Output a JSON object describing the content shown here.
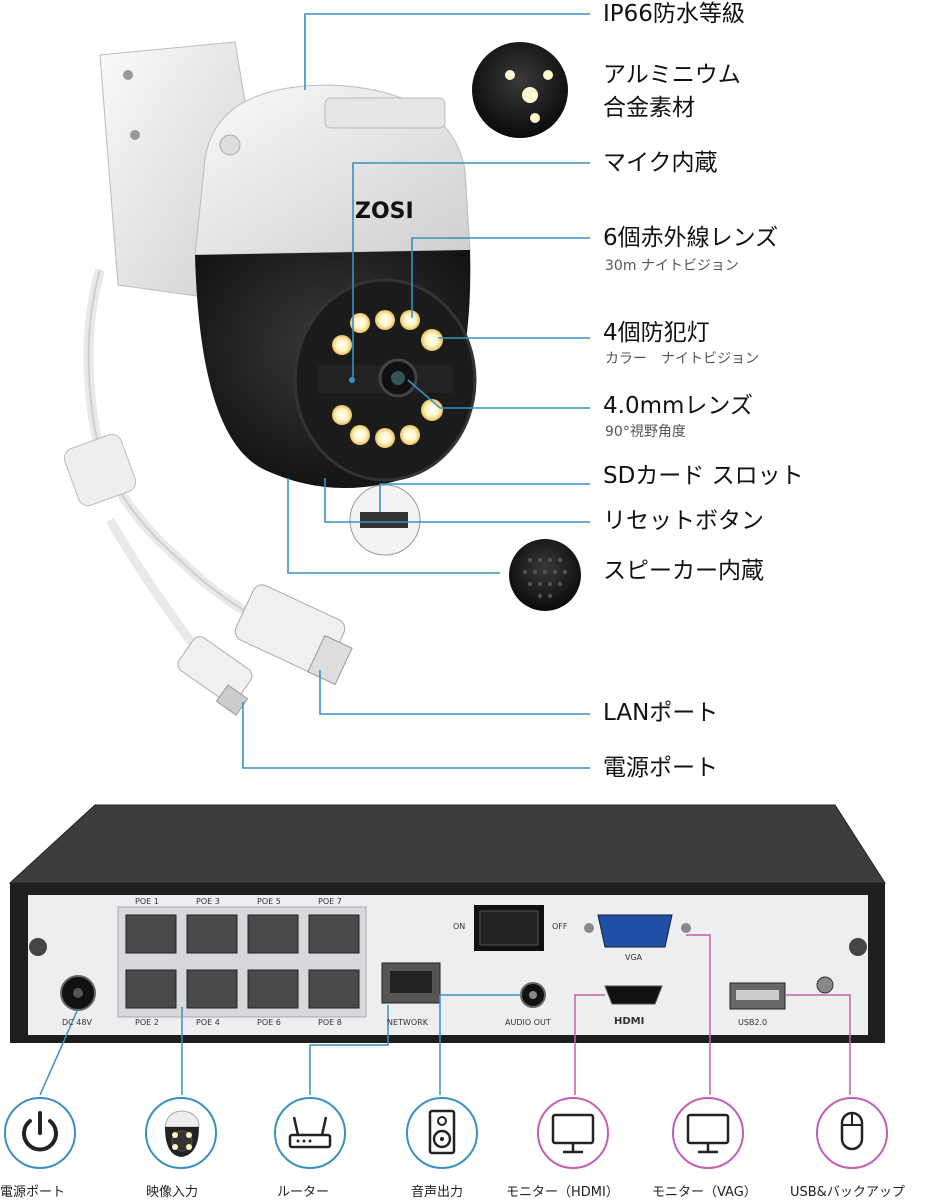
{
  "brand": "ZOSI",
  "camera_features": [
    {
      "title": "IP66防水等級",
      "sub": ""
    },
    {
      "title": "アルミニウム",
      "sub": ""
    },
    {
      "title": "合金素材",
      "sub": ""
    },
    {
      "title": "マイク内蔵",
      "sub": ""
    },
    {
      "title": "6個赤外線レンズ",
      "sub": "30m ナイトビジョン"
    },
    {
      "title": "4個防犯灯",
      "sub": "カラー　ナイトビジョン"
    },
    {
      "title": "4.0mmレンズ",
      "sub": "90°視野角度"
    },
    {
      "title": "SDカード スロット",
      "sub": ""
    },
    {
      "title": "リセットボタン",
      "sub": ""
    },
    {
      "title": "スピーカー内蔵",
      "sub": ""
    },
    {
      "title": "LANポート",
      "sub": ""
    },
    {
      "title": "電源ポート",
      "sub": ""
    }
  ],
  "nvr": {
    "poe_top": [
      "POE 1",
      "POE 3",
      "POE 5",
      "POE 7"
    ],
    "poe_bottom": [
      "POE 2",
      "POE 4",
      "POE 6",
      "POE 8"
    ],
    "dc": "DC 48V",
    "network": "NETWORK",
    "audio": "AUDIO OUT",
    "hdmi": "HDMI",
    "vga": "VGA",
    "usb": "USB2.0",
    "on": "ON",
    "off": "OFF"
  },
  "bottom_icons": [
    {
      "label": "電源ポート",
      "icon": "power-icon",
      "color": "#3a8fc3"
    },
    {
      "label": "映像入力",
      "icon": "camera-icon",
      "color": "#3a8fc3"
    },
    {
      "label": "ルーター",
      "icon": "router-icon",
      "color": "#3a8fc3"
    },
    {
      "label": "音声出力",
      "icon": "speaker-icon",
      "color": "#3a8fc3"
    },
    {
      "label": "モニター（HDMI）",
      "icon": "monitor-icon",
      "color": "#c35fb2"
    },
    {
      "label": "モニター（VAG）",
      "icon": "monitor-icon",
      "color": "#c35fb2"
    },
    {
      "label": "USB&バックアップ",
      "icon": "mouse-icon",
      "color": "#c35fb2"
    }
  ]
}
